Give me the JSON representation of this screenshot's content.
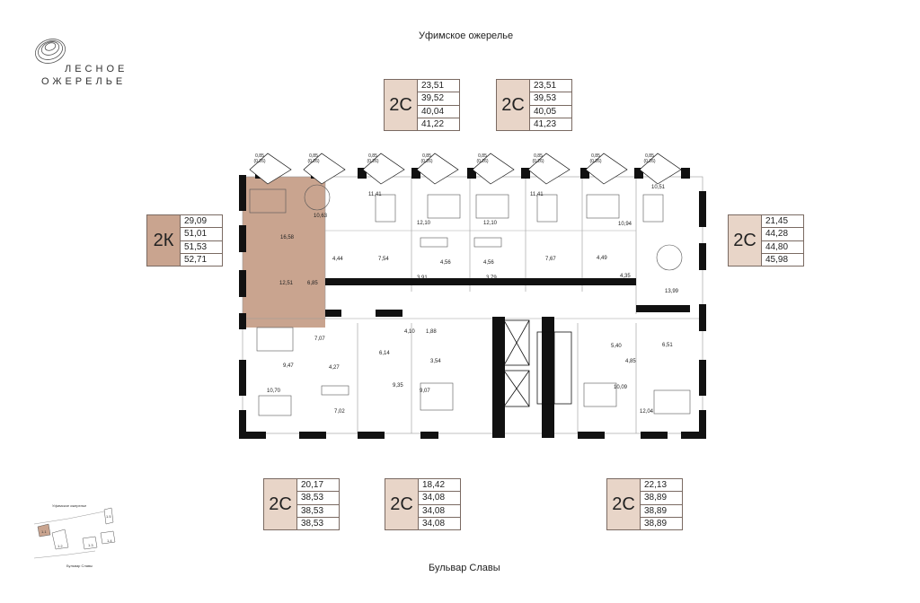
{
  "project": {
    "logo_line1": "ЛЕСНОЕ",
    "logo_line2": "ОЖЕРЕЛЬЕ"
  },
  "streets": {
    "top": "Уфимское ожерелье",
    "bottom": "Бульвар Славы"
  },
  "colors": {
    "card_fill": "#e8d5c8",
    "highlight_fill": "#c9a48f",
    "wall": "#111111",
    "line": "#7a6a62"
  },
  "cards": [
    {
      "type": "2С",
      "areas": [
        "23,51",
        "39,52",
        "40,04",
        "41,22"
      ]
    },
    {
      "type": "2С",
      "areas": [
        "23,51",
        "39,53",
        "40,05",
        "41,23"
      ]
    },
    {
      "type": "2К",
      "areas": [
        "29,09",
        "51,01",
        "51,53",
        "52,71"
      ]
    },
    {
      "type": "2С",
      "areas": [
        "21,45",
        "44,28",
        "44,80",
        "45,98"
      ]
    },
    {
      "type": "2С",
      "areas": [
        "20,17",
        "38,53",
        "38,53",
        "38,53"
      ]
    },
    {
      "type": "2С",
      "areas": [
        "18,42",
        "34,08",
        "34,08",
        "34,08"
      ]
    },
    {
      "type": "2С",
      "areas": [
        "22,13",
        "38,89",
        "38,89",
        "38,89"
      ]
    }
  ],
  "balconies": [
    "0,85",
    "0,85",
    "0,85",
    "0,85",
    "0,85",
    "0,85",
    "0,85",
    "0,85"
  ],
  "balcony_sub": "(0,26)",
  "rooms": [
    "16,58",
    "10,63",
    "11,41",
    "12,10",
    "12,10",
    "11,41",
    "10,94",
    "10,51",
    "4,44",
    "7,54",
    "4,56",
    "4,56",
    "7,67",
    "4,49",
    "4,35",
    "13,99",
    "12,51",
    "6,85",
    "3,91",
    "3,79",
    "7,07",
    "9,47",
    "4,27",
    "10,70",
    "7,02",
    "6,14",
    "4,10",
    "1,88",
    "3,54",
    "9,35",
    "9,07",
    "5,40",
    "6,51",
    "4,85",
    "10,09",
    "12,04"
  ],
  "minimap": {
    "street_top": "Уфимское ожерелье",
    "street_bottom": "Бульвар Славы",
    "sections": [
      "1.1",
      "1.2",
      "1.3",
      "1.4",
      "1.5"
    ]
  }
}
